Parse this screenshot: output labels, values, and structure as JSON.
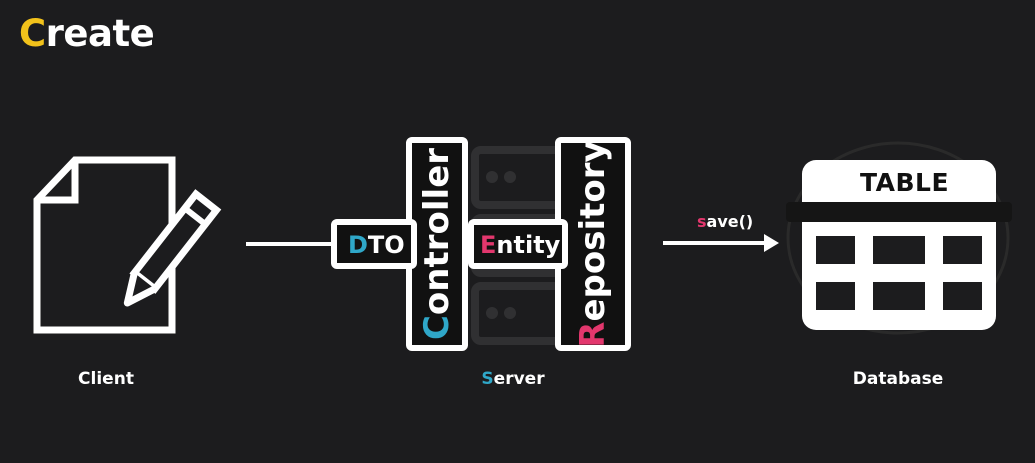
{
  "title": {
    "first_letter": "C",
    "rest": "reate"
  },
  "client": {
    "caption": "Client"
  },
  "server": {
    "caption_first": "S",
    "caption_rest": "erver",
    "dto": {
      "first": "D",
      "rest": "TO"
    },
    "controller": {
      "first": "C",
      "rest": "ontroller"
    },
    "entity": {
      "first": "E",
      "rest": "ntity"
    },
    "repository": {
      "first": "R",
      "rest": "epository"
    }
  },
  "save_call": {
    "first": "s",
    "rest": "ave()"
  },
  "database": {
    "caption": "Database",
    "table_label": "TABLE"
  },
  "colors": {
    "background": "#1c1c1e",
    "accent_yellow": "#f2c21b",
    "accent_blue": "#2fa7c8",
    "accent_pink": "#e2376d",
    "foreground": "#ffffff"
  },
  "icons": {
    "client": "document-with-pencil-icon",
    "server_bg": "server-rack-icon",
    "database": "table-grid-icon"
  }
}
